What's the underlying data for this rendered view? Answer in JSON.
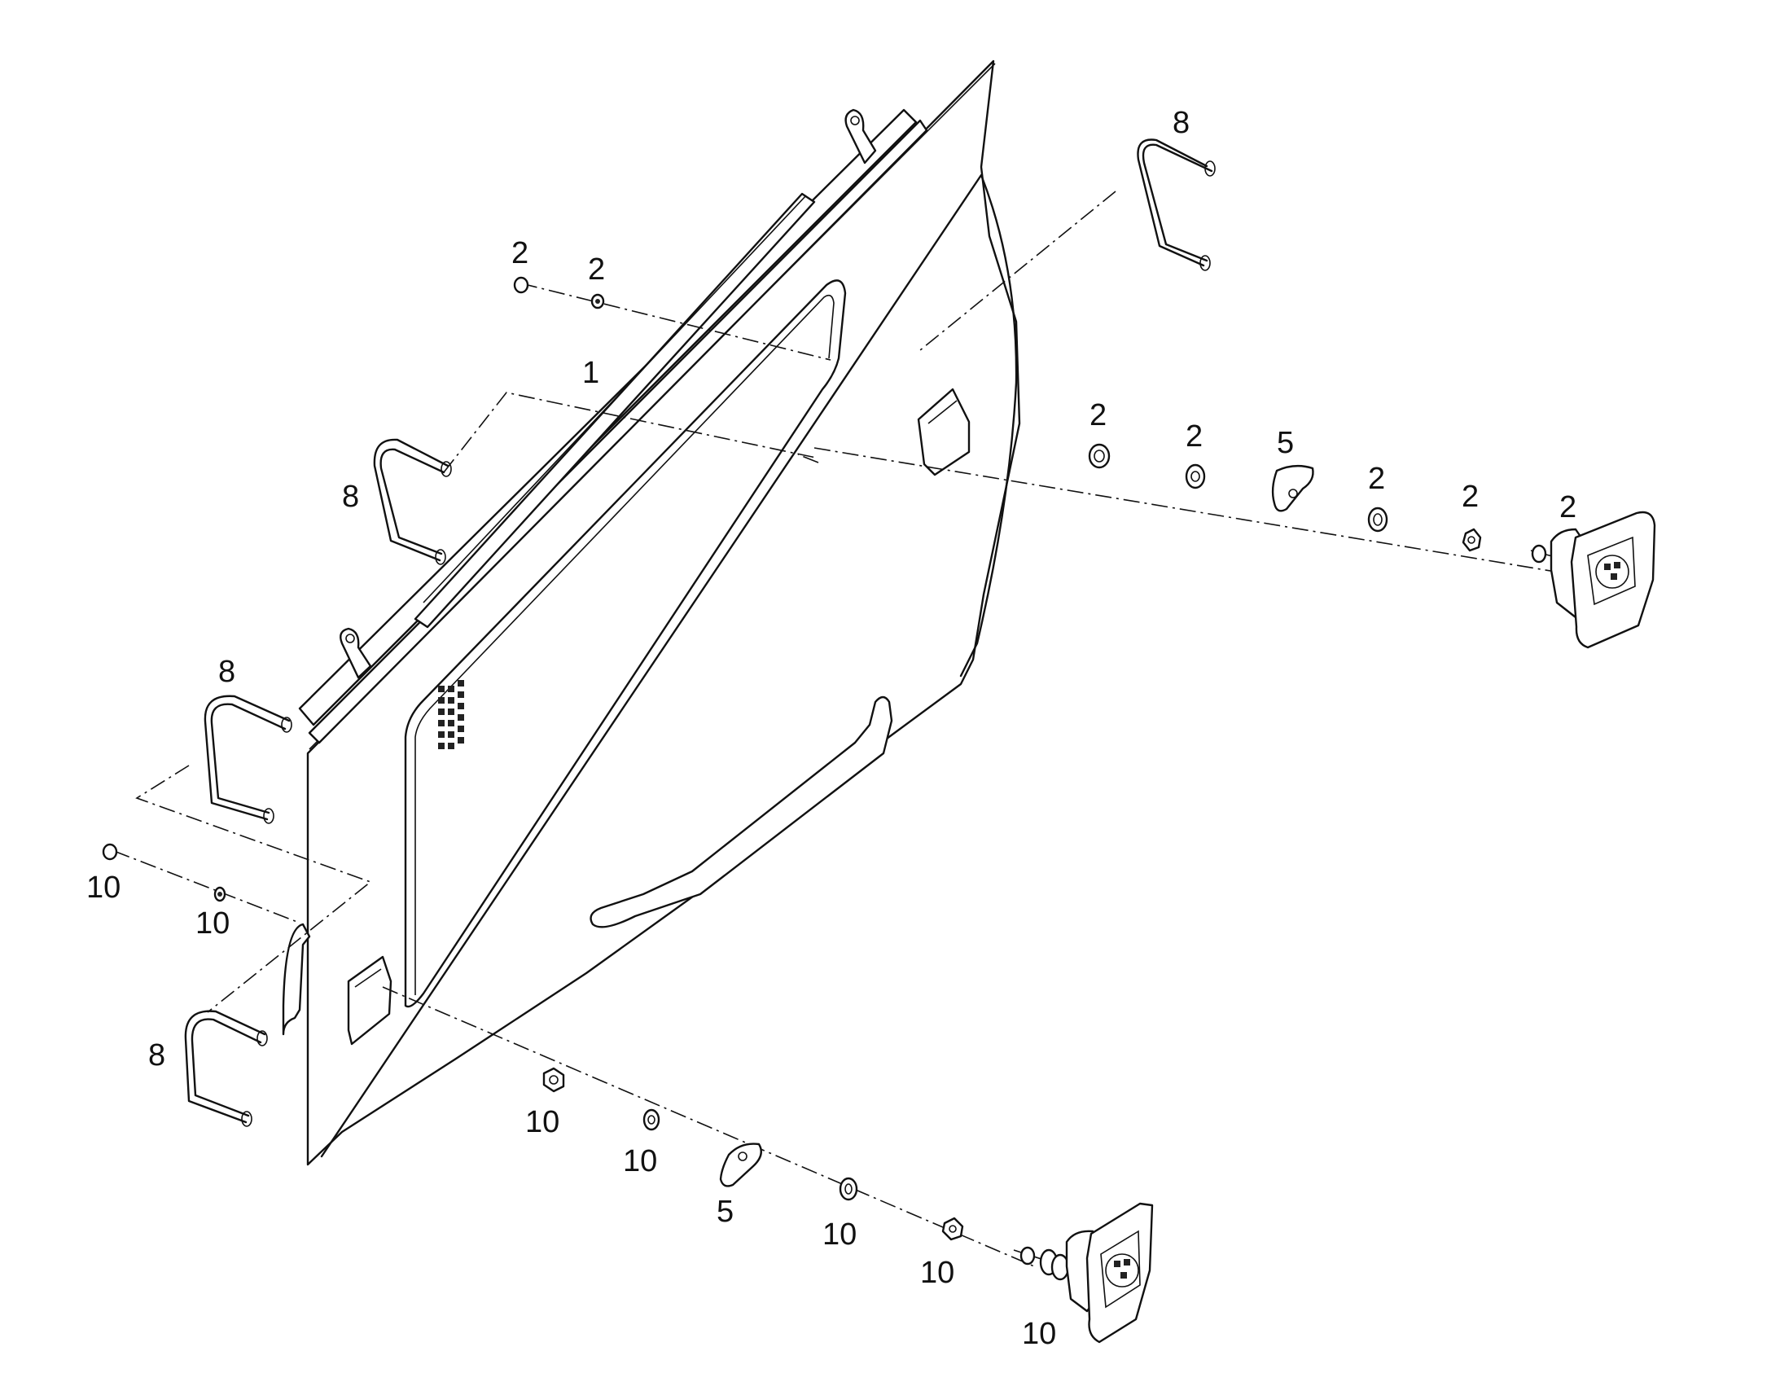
{
  "callouts": [
    {
      "id": "c1",
      "text": "1"
    },
    {
      "id": "c2a",
      "text": "2"
    },
    {
      "id": "c2b",
      "text": "2"
    },
    {
      "id": "c2c",
      "text": "2"
    },
    {
      "id": "c2d",
      "text": "2"
    },
    {
      "id": "c2e",
      "text": "2"
    },
    {
      "id": "c2f",
      "text": "2"
    },
    {
      "id": "c2g",
      "text": "2"
    },
    {
      "id": "c5a",
      "text": "5"
    },
    {
      "id": "c5b",
      "text": "5"
    },
    {
      "id": "c8a",
      "text": "8"
    },
    {
      "id": "c8b",
      "text": "8"
    },
    {
      "id": "c8c",
      "text": "8"
    },
    {
      "id": "c8d",
      "text": "8"
    },
    {
      "id": "c10a",
      "text": "10"
    },
    {
      "id": "c10b",
      "text": "10"
    },
    {
      "id": "c10c",
      "text": "10"
    },
    {
      "id": "c10d",
      "text": "10"
    },
    {
      "id": "c10e",
      "text": "10"
    },
    {
      "id": "c10f",
      "text": "10"
    },
    {
      "id": "c10g",
      "text": "10"
    }
  ],
  "colors": {
    "line": "#111111",
    "background": "#ffffff"
  }
}
